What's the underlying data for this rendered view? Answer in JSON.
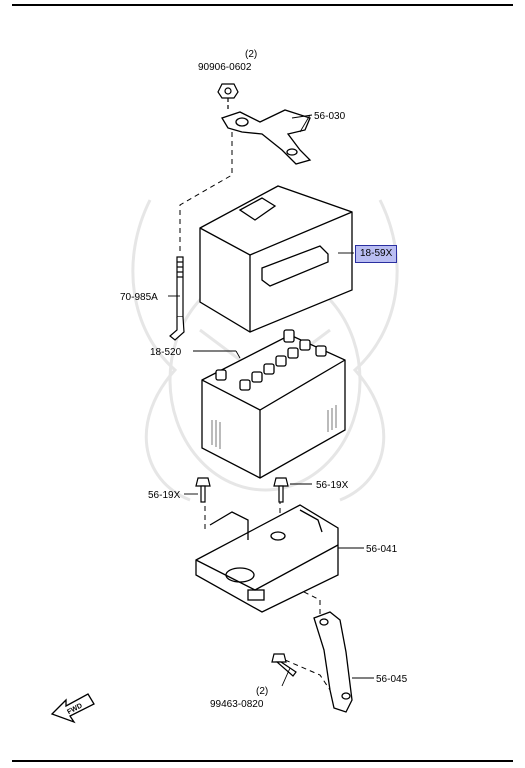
{
  "parts": {
    "nut_top": {
      "part_no": "90906-0602",
      "qty": "(2)"
    },
    "clamp": {
      "part_no": "56-030"
    },
    "battery_cover": {
      "part_no": "18-59X"
    },
    "hold_rod": {
      "part_no": "70-985A"
    },
    "battery": {
      "part_no": "18-520"
    },
    "bolt_left": {
      "part_no": "56-19X"
    },
    "bolt_right": {
      "part_no": "56-19X"
    },
    "tray": {
      "part_no": "56-041"
    },
    "bracket": {
      "part_no": "56-045"
    },
    "bolt_bottom": {
      "part_no": "99463-0820",
      "qty": "(2)"
    }
  },
  "direction_marker": {
    "text": "FWD"
  },
  "highlight_color": "#b9bdf2"
}
